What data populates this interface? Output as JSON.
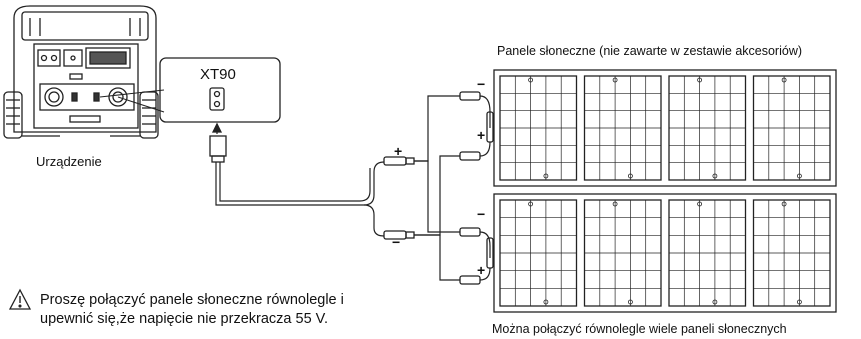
{
  "device": {
    "label": "Urządzenie"
  },
  "connector": {
    "label": "XT90"
  },
  "panels": {
    "title": "Panele słoneczne (nie zawarte w zestawie akcesoriów)",
    "caption": "Można połączyć równolegle wiele paneli słonecznych",
    "rows": 2,
    "panels_per_row": 4
  },
  "warning": {
    "icon": "warning-triangle-icon",
    "line1": "Proszę połączyć panele słoneczne równolegle i",
    "line2": "upewnić się,że napięcie nie przekracza 55 V."
  },
  "polarity": {
    "plus": "+",
    "minus": "−"
  }
}
